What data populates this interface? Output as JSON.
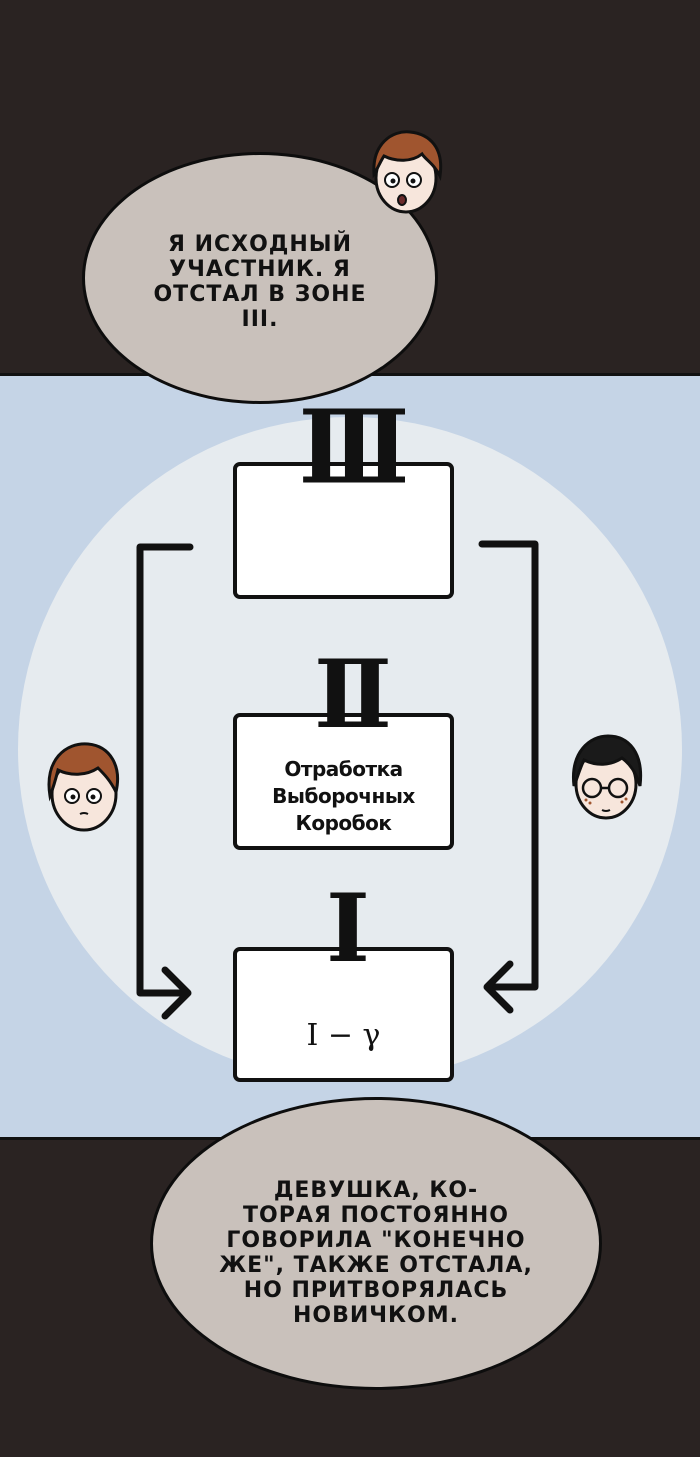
{
  "top_bubble": {
    "lines": [
      "Я исходный",
      "участник. Я",
      "отстал в зоне",
      "III."
    ]
  },
  "diagram": {
    "zone_3": {
      "numeral": "III"
    },
    "zone_2": {
      "numeral": "II",
      "label_lines": [
        "Отработка",
        "Выборочных",
        "Коробок"
      ]
    },
    "zone_1": {
      "numeral": "I",
      "formula": "I − γ"
    }
  },
  "bottom_bubble": {
    "lines": [
      "Девушка, ко-",
      "торая постоянно",
      "говорила \"конечно",
      "же\", также отстала,",
      "но притворялась",
      "новичком."
    ]
  },
  "colors": {
    "background_dark": "#2a2322",
    "panel_blue": "#c5d4e6",
    "circle": "#e6ebef",
    "bubble": "#c9c1bb"
  }
}
